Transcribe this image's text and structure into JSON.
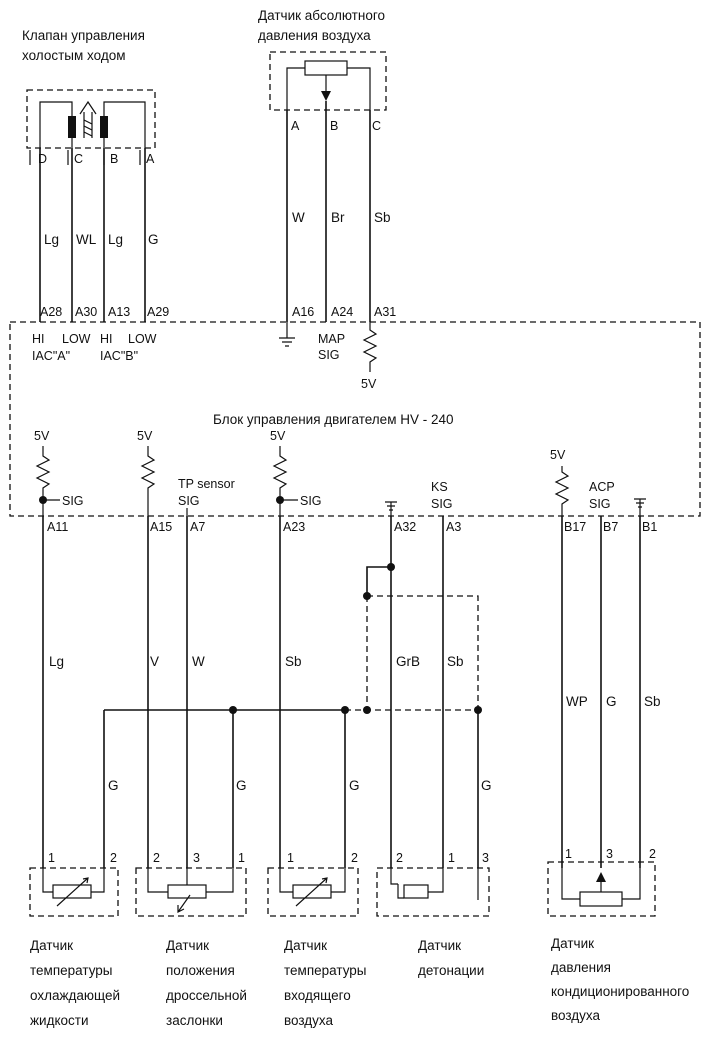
{
  "ecu": {
    "title": "Блок управления двигателем HV - 240",
    "pins": {
      "a28": "A28",
      "a30": "A30",
      "a13": "A13",
      "a29": "A29",
      "a16": "A16",
      "a24": "A24",
      "a31": "A31",
      "a11": "A11",
      "a15": "A15",
      "a7": "A7",
      "a23": "A23",
      "a32": "A32",
      "a3": "A3",
      "b17": "B17",
      "b7": "B7",
      "b1": "B1"
    },
    "labels": {
      "hi1": "HI",
      "low1": "LOW",
      "iac_a": "IAC\"A\"",
      "hi2": "HI",
      "low2": "LOW",
      "iac_b": "IAC\"B\"",
      "map": "MAP",
      "map_sig": "SIG",
      "map_5v": "5V",
      "sig_a11": "SIG",
      "v5_a11": "5V",
      "v5_a15": "5V",
      "tp_sensor": "TP sensor",
      "tp_sig": "SIG",
      "v5_a23": "5V",
      "sig_a23": "SIG",
      "ks": "KS",
      "ks_sig": "SIG",
      "v5_b17": "5V",
      "acp": "ACP",
      "acp_sig": "SIG"
    }
  },
  "iac_valve": {
    "caption": [
      "Клапан управления",
      "холостым ходом"
    ],
    "pins": {
      "d": "D",
      "c": "C",
      "b": "B",
      "a": "A"
    },
    "wires": {
      "d": "Lg",
      "c": "WL",
      "b": "Lg",
      "a": "G"
    }
  },
  "map_sensor": {
    "caption": [
      "Датчик абсолютного",
      "давления воздуха"
    ],
    "pins": {
      "a": "A",
      "b": "B",
      "c": "C"
    },
    "wires": {
      "a": "W",
      "b": "Br",
      "c": "Sb"
    }
  },
  "sensors": {
    "coolant_temp": {
      "caption": [
        "Датчик",
        "температуры",
        "охлаждающей",
        "жидкости"
      ],
      "pins": {
        "p1": "1",
        "p2": "2"
      },
      "wires": {
        "sig": "Lg",
        "gnd": "G"
      }
    },
    "throttle_position": {
      "caption": [
        "Датчик",
        "положения",
        "дроссельной",
        "заслонки"
      ],
      "pins": {
        "p2": "2",
        "p3": "3",
        "p1": "1"
      },
      "wires": {
        "ref": "V",
        "sig": "W",
        "gnd": "G"
      }
    },
    "intake_air_temp": {
      "caption": [
        "Датчик",
        "температуры",
        "входящего",
        "воздуха"
      ],
      "pins": {
        "p1": "1",
        "p2": "2"
      },
      "wires": {
        "sig": "Sb",
        "gnd": "G"
      }
    },
    "knock": {
      "caption": [
        "Датчик",
        "детонации"
      ],
      "pins": {
        "p2": "2",
        "p1": "1",
        "p3": "3"
      },
      "wires": {
        "shield": "GrB",
        "sig": "Sb",
        "gnd": "G"
      }
    },
    "ac_pressure": {
      "caption": [
        "Датчик",
        "давления",
        "кондиционированного",
        "воздуха"
      ],
      "pins": {
        "p1": "1",
        "p3": "3",
        "p2": "2"
      },
      "wires": {
        "ref": "WP",
        "sig": "G",
        "gnd": "Sb"
      }
    }
  }
}
